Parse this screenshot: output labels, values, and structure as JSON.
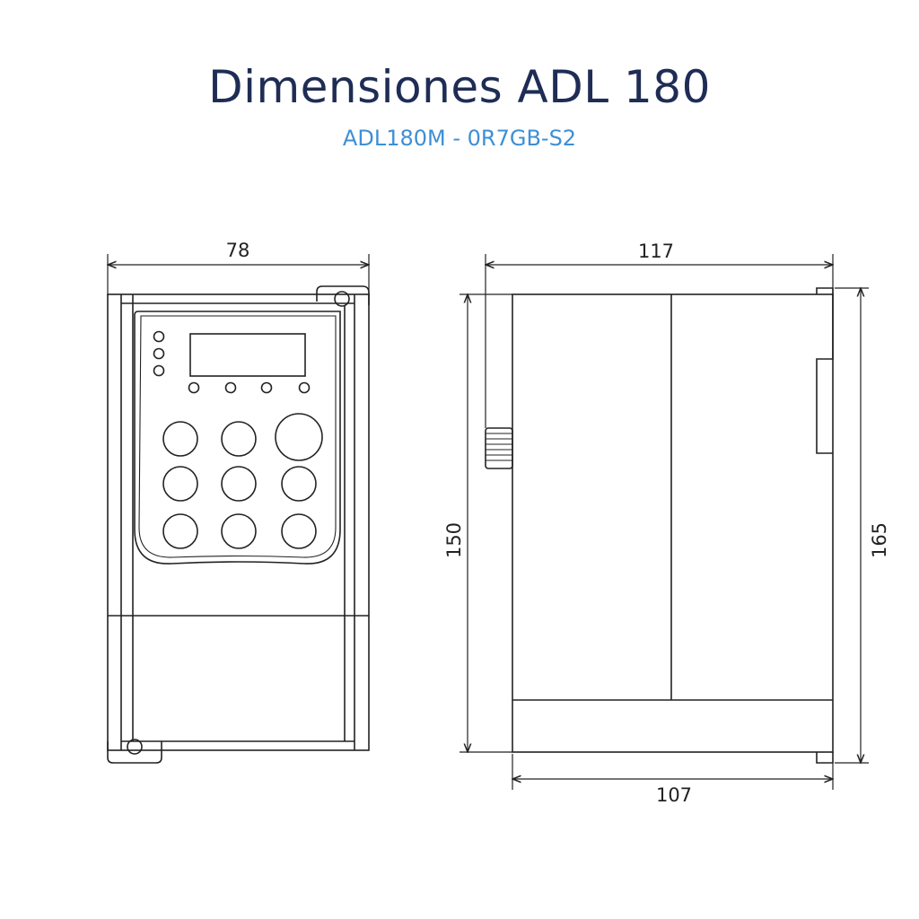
{
  "header": {
    "title": "Dimensiones ADL 180",
    "subtitle": "ADL180M - 0R7GB-S2"
  },
  "dimensions": {
    "front_width": "78",
    "side_depth_top": "117",
    "side_depth_bottom": "107",
    "height_inner": "150",
    "height_outer": "165"
  },
  "colors": {
    "title": "#1f2d55",
    "subtitle": "#3d8fd6",
    "line": "#222222"
  }
}
